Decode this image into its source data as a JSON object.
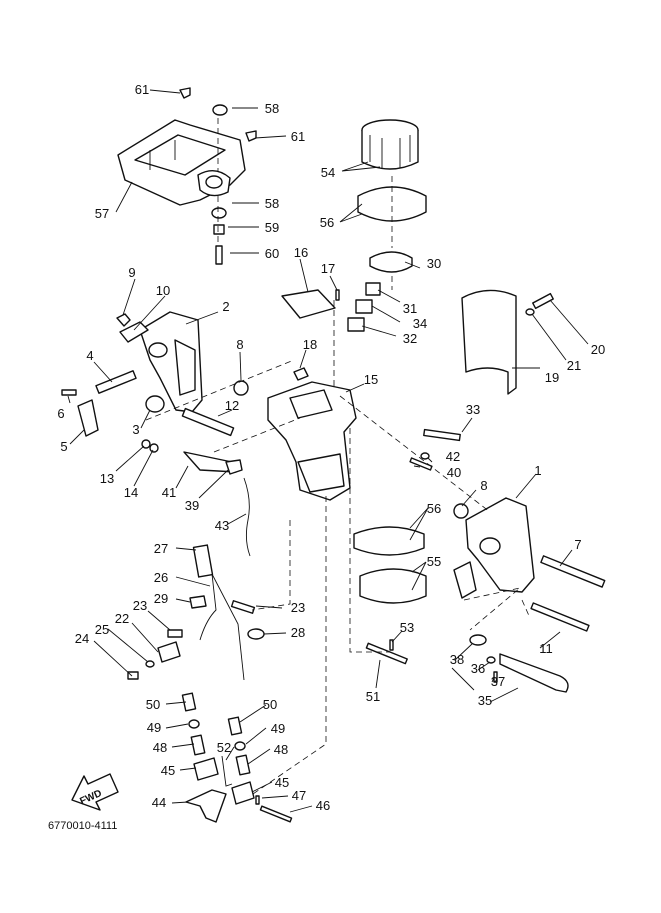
{
  "diagram": {
    "document_code": "6770010-4111",
    "direction_label": "FWD",
    "part_numbers": [
      "1",
      "2",
      "3",
      "4",
      "5",
      "6",
      "7",
      "8",
      "8",
      "9",
      "10",
      "11",
      "12",
      "13",
      "14",
      "15",
      "16",
      "17",
      "18",
      "19",
      "20",
      "21",
      "22",
      "23",
      "23",
      "24",
      "25",
      "26",
      "27",
      "28",
      "29",
      "30",
      "31",
      "32",
      "33",
      "34",
      "35",
      "36",
      "37",
      "38",
      "39",
      "40",
      "41",
      "42",
      "43",
      "44",
      "45",
      "45",
      "46",
      "47",
      "48",
      "48",
      "49",
      "49",
      "50",
      "50",
      "51",
      "52",
      "53",
      "54",
      "55",
      "56",
      "56",
      "57",
      "58",
      "58",
      "59",
      "60",
      "61",
      "61"
    ]
  }
}
